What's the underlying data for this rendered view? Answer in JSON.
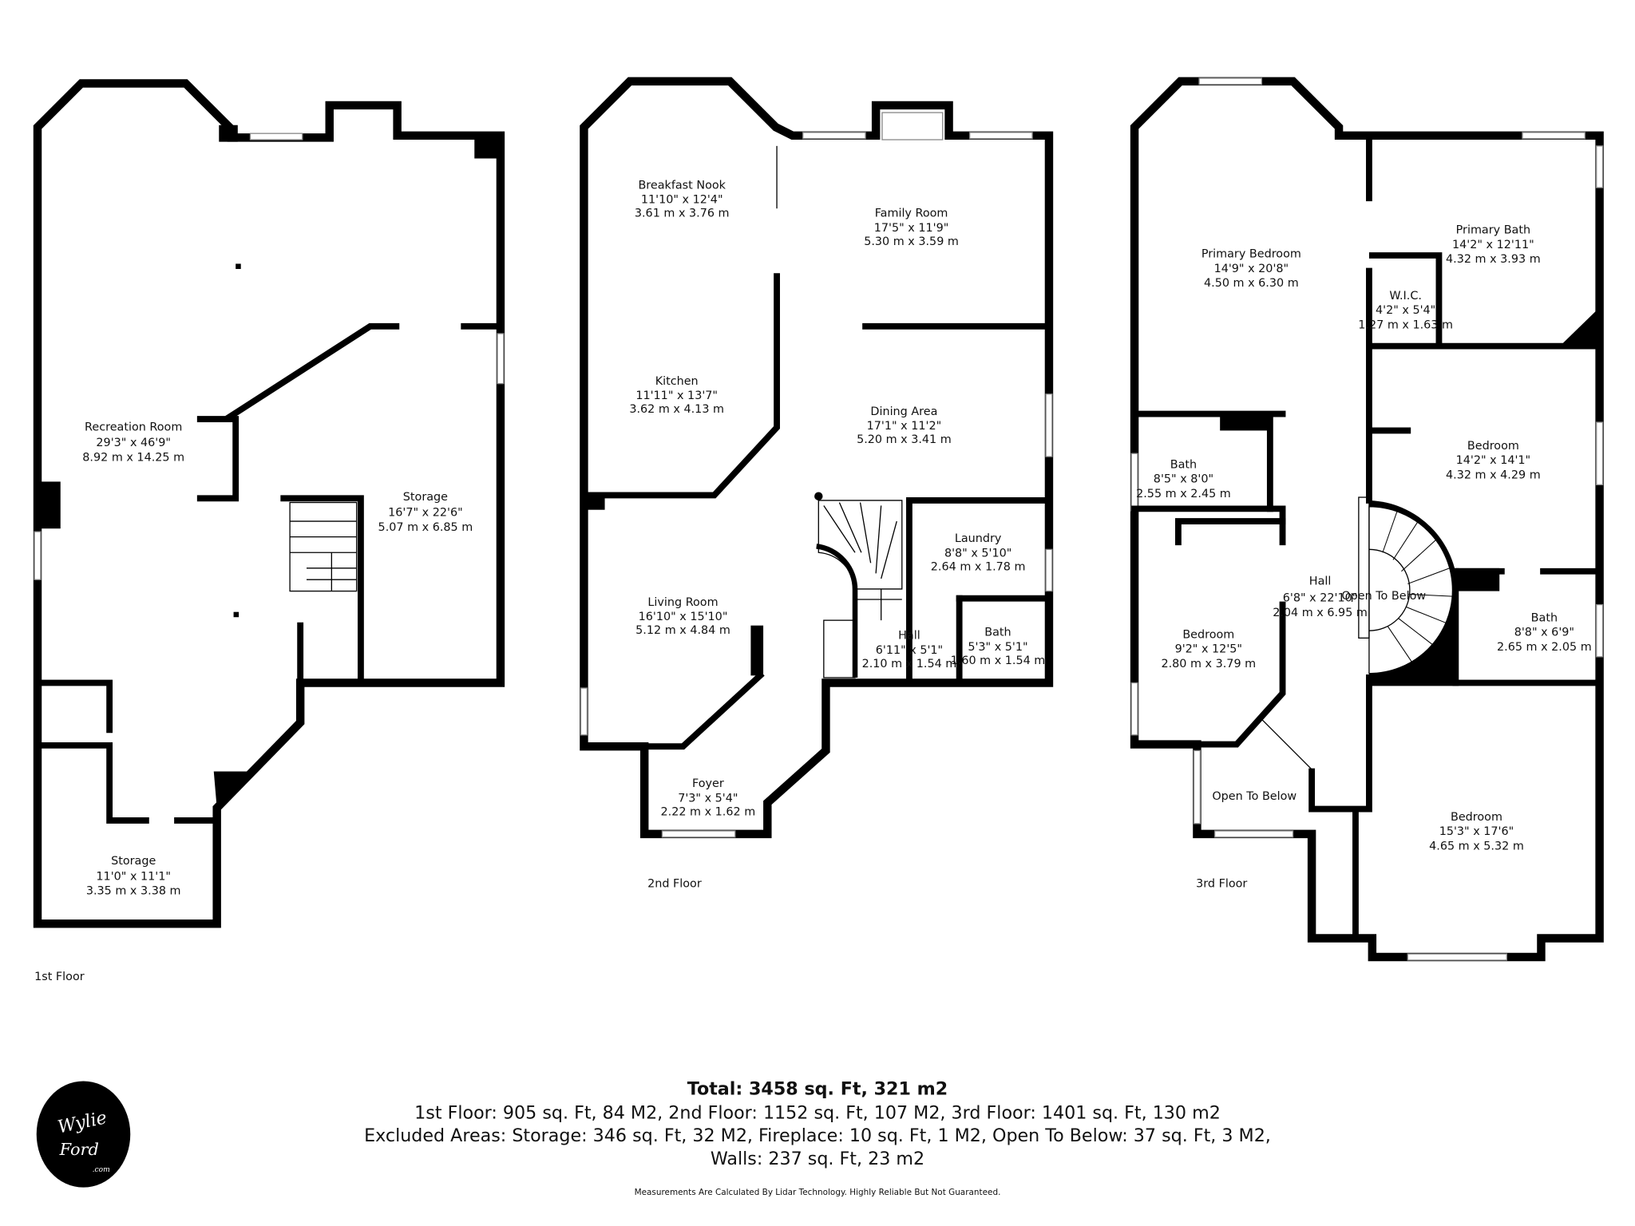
{
  "floors": [
    {
      "label": "1st Floor",
      "rooms": [
        {
          "name": "Recreation Room",
          "imperial": "29'3\" x 46'9\"",
          "metric": "8.92 m x 14.25 m"
        },
        {
          "name": "Storage",
          "imperial": "16'7\" x 22'6\"",
          "metric": "5.07 m x 6.85 m"
        },
        {
          "name": "Storage",
          "imperial": "11'0\" x 11'1\"",
          "metric": "3.35 m x 3.38 m"
        }
      ]
    },
    {
      "label": "2nd Floor",
      "rooms": [
        {
          "name": "Breakfast Nook",
          "imperial": "11'10\" x 12'4\"",
          "metric": "3.61 m x 3.76 m"
        },
        {
          "name": "Family Room",
          "imperial": "17'5\" x 11'9\"",
          "metric": "5.30 m x 3.59 m"
        },
        {
          "name": "Kitchen",
          "imperial": "11'11\" x 13'7\"",
          "metric": "3.62 m x 4.13 m"
        },
        {
          "name": "Dining Area",
          "imperial": "17'1\" x 11'2\"",
          "metric": "5.20 m x 3.41 m"
        },
        {
          "name": "Laundry",
          "imperial": "8'8\" x 5'10\"",
          "metric": "2.64 m x 1.78 m"
        },
        {
          "name": "Living Room",
          "imperial": "16'10\" x 15'10\"",
          "metric": "5.12 m x 4.84 m"
        },
        {
          "name": "Hall",
          "imperial": "6'11\" x 5'1\"",
          "metric": "2.10 m x 1.54 m"
        },
        {
          "name": "Bath",
          "imperial": "5'3\" x 5'1\"",
          "metric": "1.60 m x 1.54 m"
        },
        {
          "name": "Foyer",
          "imperial": "7'3\" x 5'4\"",
          "metric": "2.22 m x 1.62 m"
        }
      ]
    },
    {
      "label": "3rd Floor",
      "rooms": [
        {
          "name": "Primary Bedroom",
          "imperial": "14'9\" x 20'8\"",
          "metric": "4.50 m x 6.30 m"
        },
        {
          "name": "Primary Bath",
          "imperial": "14'2\" x 12'11\"",
          "metric": "4.32 m x 3.93 m"
        },
        {
          "name": "W.I.C.",
          "imperial": "4'2\" x 5'4\"",
          "metric": "1.27 m x 1.63 m"
        },
        {
          "name": "Bedroom",
          "imperial": "14'2\" x 14'1\"",
          "metric": "4.32 m x 4.29 m"
        },
        {
          "name": "Bath",
          "imperial": "8'5\" x 8'0\"",
          "metric": "2.55 m x 2.45 m"
        },
        {
          "name": "Hall",
          "imperial": "6'8\" x 22'10\"",
          "metric": "2.04 m x 6.95 m"
        },
        {
          "name": "Bedroom",
          "imperial": "9'2\" x 12'5\"",
          "metric": "2.80 m x 3.79 m"
        },
        {
          "name": "Bath",
          "imperial": "8'8\" x 6'9\"",
          "metric": "2.65 m x 2.05 m"
        },
        {
          "name": "Bedroom",
          "imperial": "15'3\" x 17'6\"",
          "metric": "4.65 m x 5.32 m"
        }
      ],
      "open_to_below": [
        "Open To Below",
        "Open To Below"
      ]
    }
  ],
  "summary": {
    "total": "Total: 3458 sq. Ft, 321 m2",
    "floors_line": "1st Floor: 905 sq. Ft, 84 M2, 2nd Floor: 1152 sq. Ft, 107 M2, 3rd Floor: 1401 sq. Ft, 130 m2",
    "excluded_line": "Excluded Areas: Storage: 346 sq. Ft, 32 M2, Fireplace: 10 sq. Ft, 1 M2, Open To Below: 37 sq. Ft, 3 M2,",
    "walls_line": "Walls: 237 sq. Ft, 23 m2",
    "disclaimer": "Measurements Are Calculated By Lidar Technology. Highly Reliable But Not Guaranteed."
  },
  "logo": {
    "line1": "Wylie",
    "line2": "Ford",
    "line3": ".com"
  },
  "colors": {
    "wall": "#000000",
    "background": "#ffffff",
    "window": "#888888"
  }
}
